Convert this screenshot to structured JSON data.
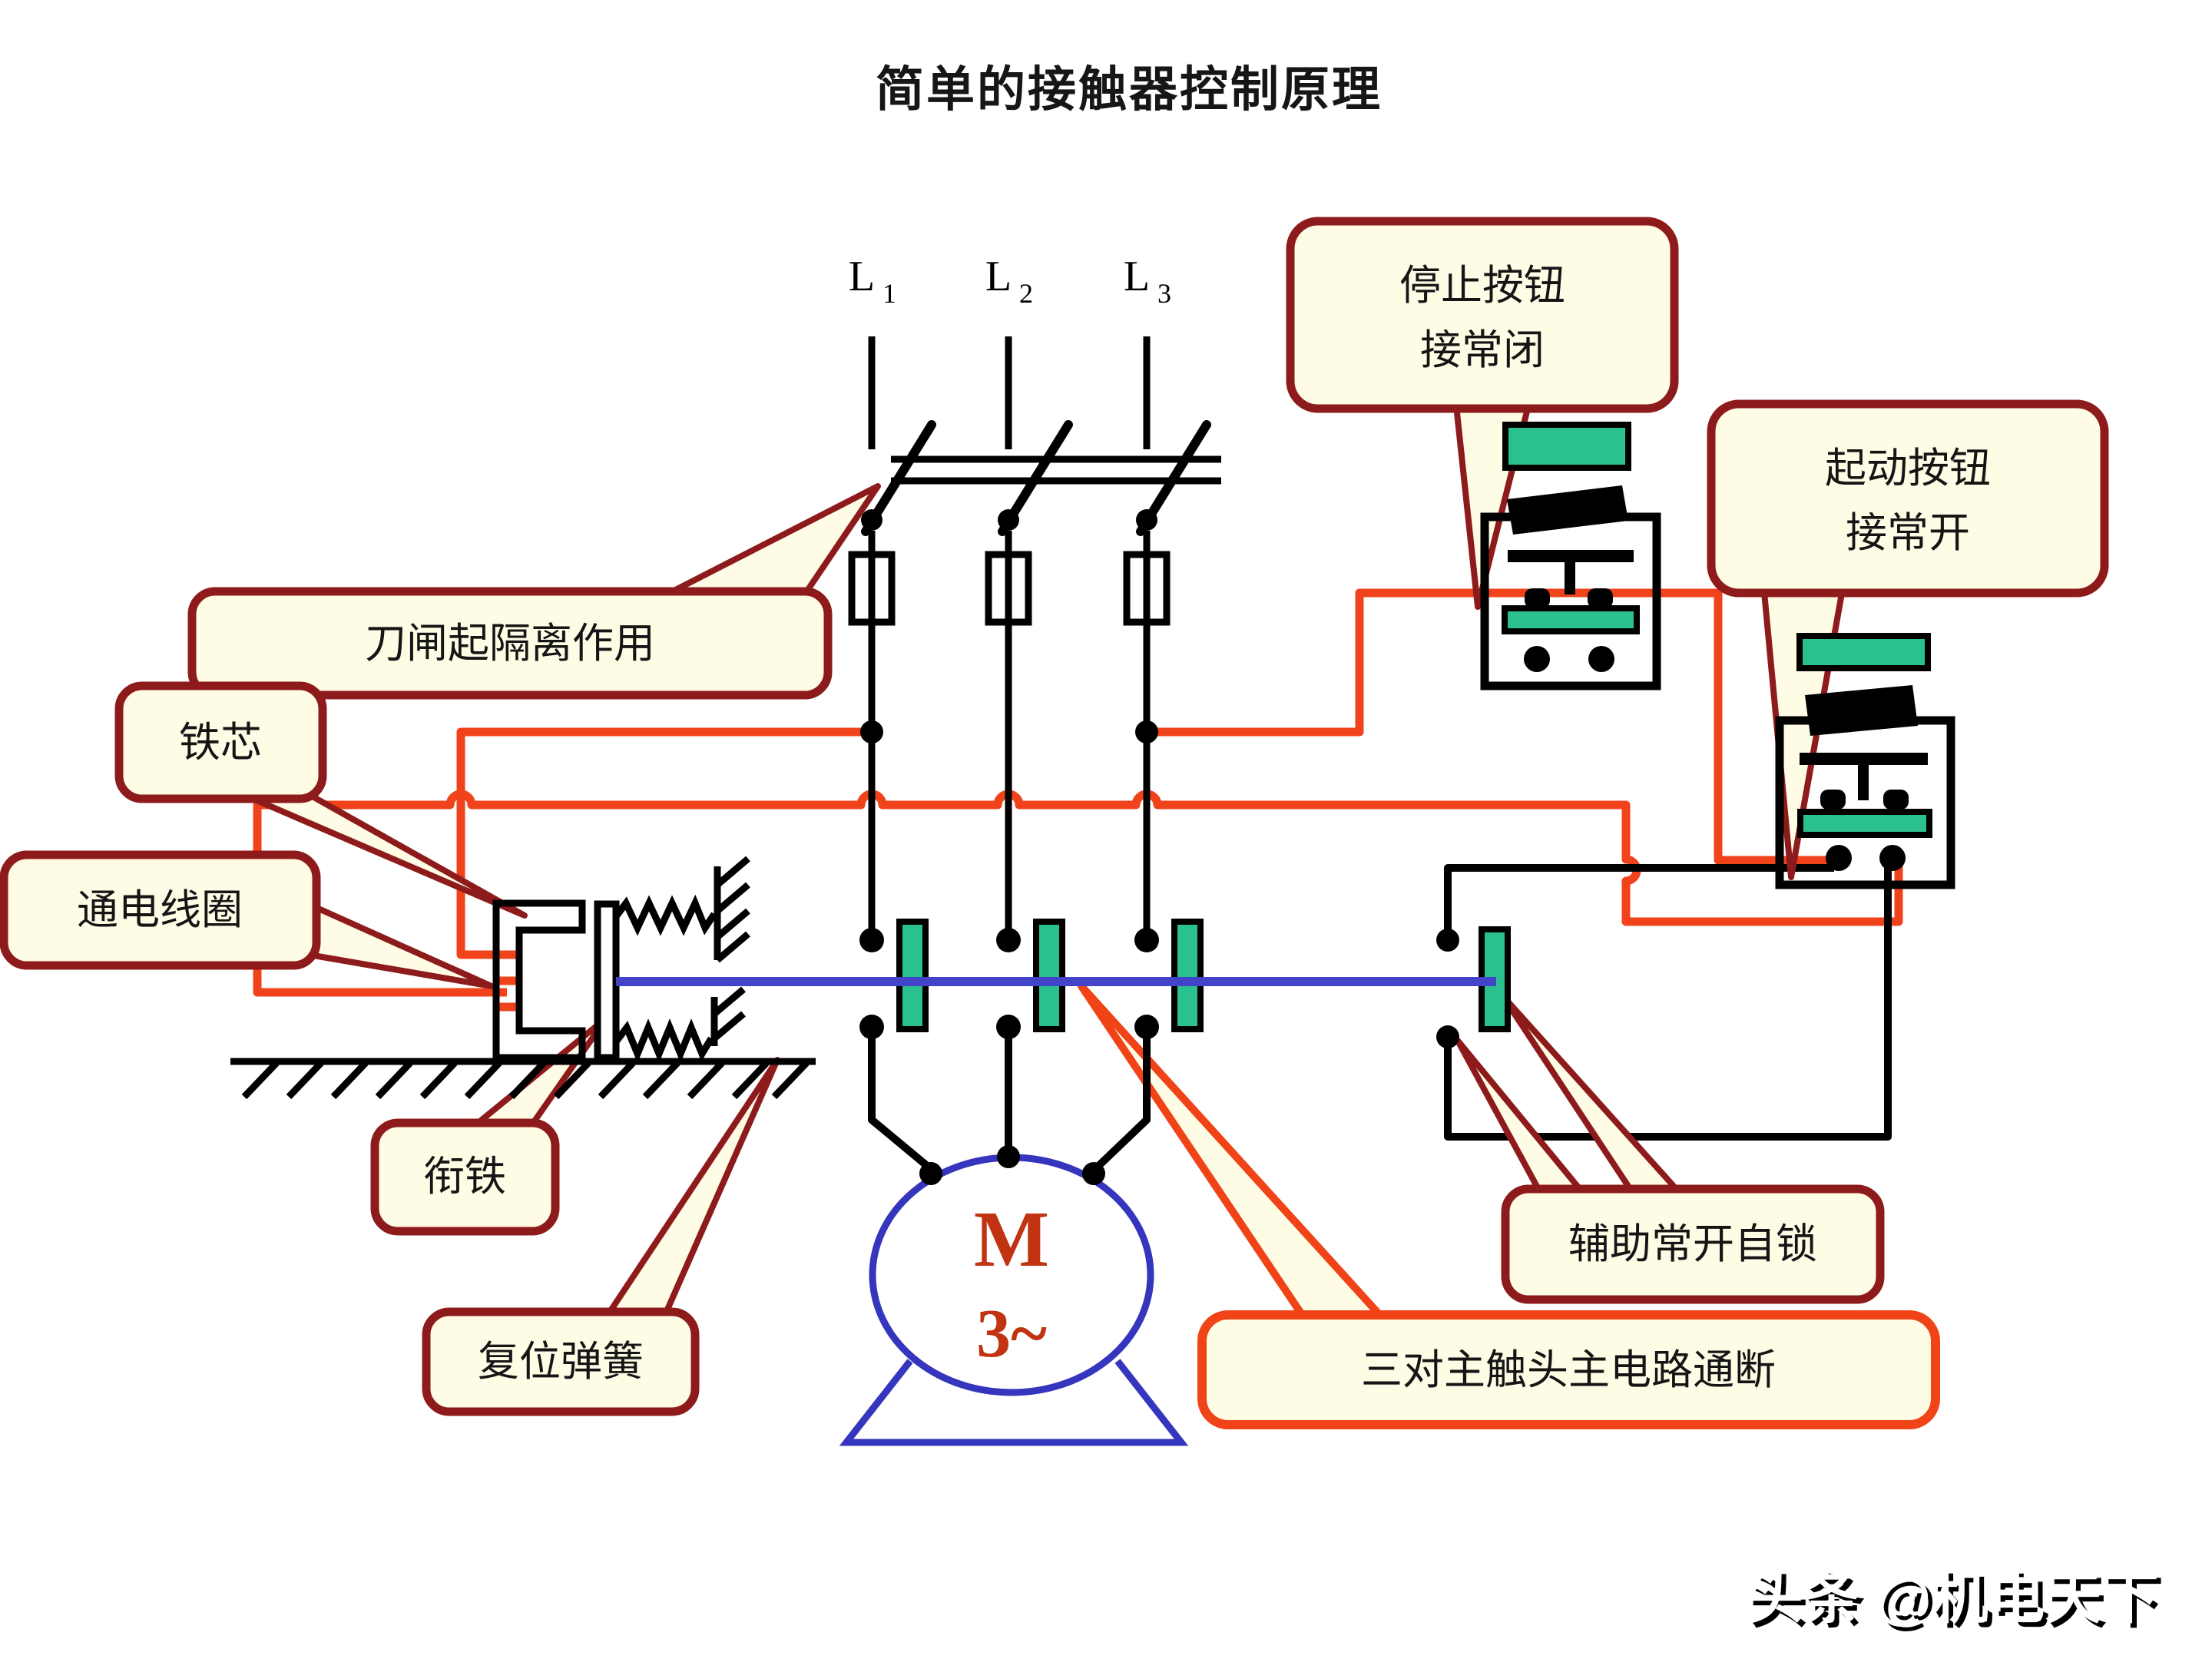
{
  "title": "简单的接触器控制原理",
  "phases": [
    {
      "label": "L",
      "sub": "1"
    },
    {
      "label": "L",
      "sub": "2"
    },
    {
      "label": "L",
      "sub": "3"
    }
  ],
  "motor": {
    "symbol": "M",
    "phase": "3~"
  },
  "callouts": {
    "knife": {
      "text": "刀闸起隔离作用"
    },
    "core": {
      "text": "铁芯"
    },
    "coil": {
      "text": "通电线圈"
    },
    "armature": {
      "text": "衔铁"
    },
    "spring": {
      "text": "复位弹簧"
    },
    "stop": {
      "line1": "停止按钮",
      "line2": "接常闭"
    },
    "start": {
      "line1": "起动按钮",
      "line2": "接常开"
    },
    "aux": {
      "text": "辅助常开自锁"
    },
    "main": {
      "text": "三对主触头主电路通断"
    }
  },
  "watermark": "头条 @机电天下",
  "colors": {
    "callout_fill": "#FFFCE6",
    "callout_border": "#8E1B1B",
    "wire_orange": "#F0431C",
    "accent_orange": "#F04318",
    "contact_green": "#2BC18F",
    "link_blue": "#4343C8",
    "motor_blue": "#3535BD",
    "motor_text_red": "#C23312"
  }
}
